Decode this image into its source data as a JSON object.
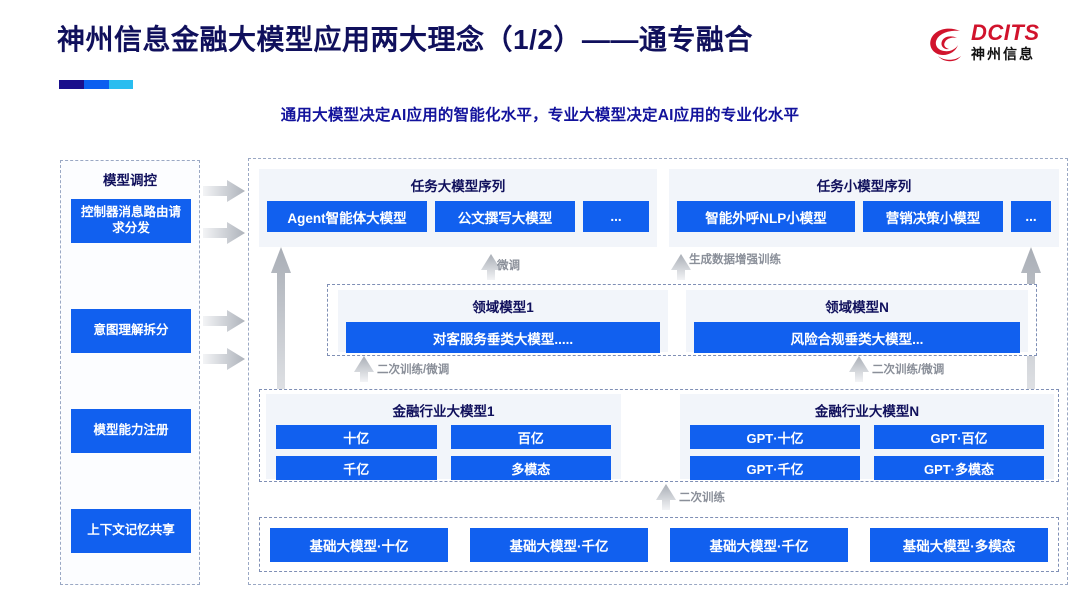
{
  "header": {
    "title": "神州信息金融大模型应用两大理念（1/2）——通专融合",
    "subtitle": "通用大模型决定AI应用的智能化水平，专业大模型决定AI应用的专业化水平",
    "logo": {
      "en": "DCITS",
      "cn": "神州信息",
      "icon": "dcits-swirl-icon"
    },
    "accent_colors": [
      "#1a0f8c",
      "#0b5ff0",
      "#29bdf0"
    ],
    "title_color": "#10105c",
    "brand_red": "#d1132c"
  },
  "left_panel": {
    "title": "模型调控",
    "items": [
      {
        "label": "控制器消息路由请求分发"
      },
      {
        "label": "意图理解拆分"
      },
      {
        "label": "模型能力注册"
      },
      {
        "label": "上下文记忆共享"
      }
    ]
  },
  "arrows": {
    "right_icon": "arrow-right-icon",
    "up_icon": "arrow-up-icon",
    "labels": {
      "fine_tune": "微调",
      "data_aug": "生成数据增强训练",
      "retrain_ft_1": "二次训练/微调",
      "retrain_ft_2": "二次训练/微调",
      "retrain": "二次训练"
    }
  },
  "task_sequences": [
    {
      "title": "任务大模型序列",
      "chips": [
        "Agent智能体大模型",
        "公文撰写大模型",
        "..."
      ]
    },
    {
      "title": "任务小模型序列",
      "chips": [
        "智能外呼NLP小模型",
        "营销决策小模型",
        "..."
      ]
    }
  ],
  "domain_models": [
    {
      "title": "领域模型1",
      "chips": [
        "对客服务垂类大模型....."
      ]
    },
    {
      "title": "领域模型N",
      "chips": [
        "风险合规垂类大模型..."
      ]
    }
  ],
  "industry_models": [
    {
      "title": "金融行业大模型1",
      "chips": [
        "十亿",
        "百亿",
        "千亿",
        "多模态"
      ]
    },
    {
      "title": "金融行业大模型N",
      "chips": [
        "GPT·十亿",
        "GPT·百亿",
        "GPT·千亿",
        "GPT·多模态"
      ]
    }
  ],
  "base_models": {
    "chips": [
      "基础大模型·十亿",
      "基础大模型·千亿",
      "基础大模型·千亿",
      "基础大模型·多模态"
    ]
  },
  "colors": {
    "chip_blue": "#1160ef",
    "panel_bg": "#f2f5fa",
    "dashed_border": "#9aa8c4",
    "label_gray": "#8a8f99"
  }
}
